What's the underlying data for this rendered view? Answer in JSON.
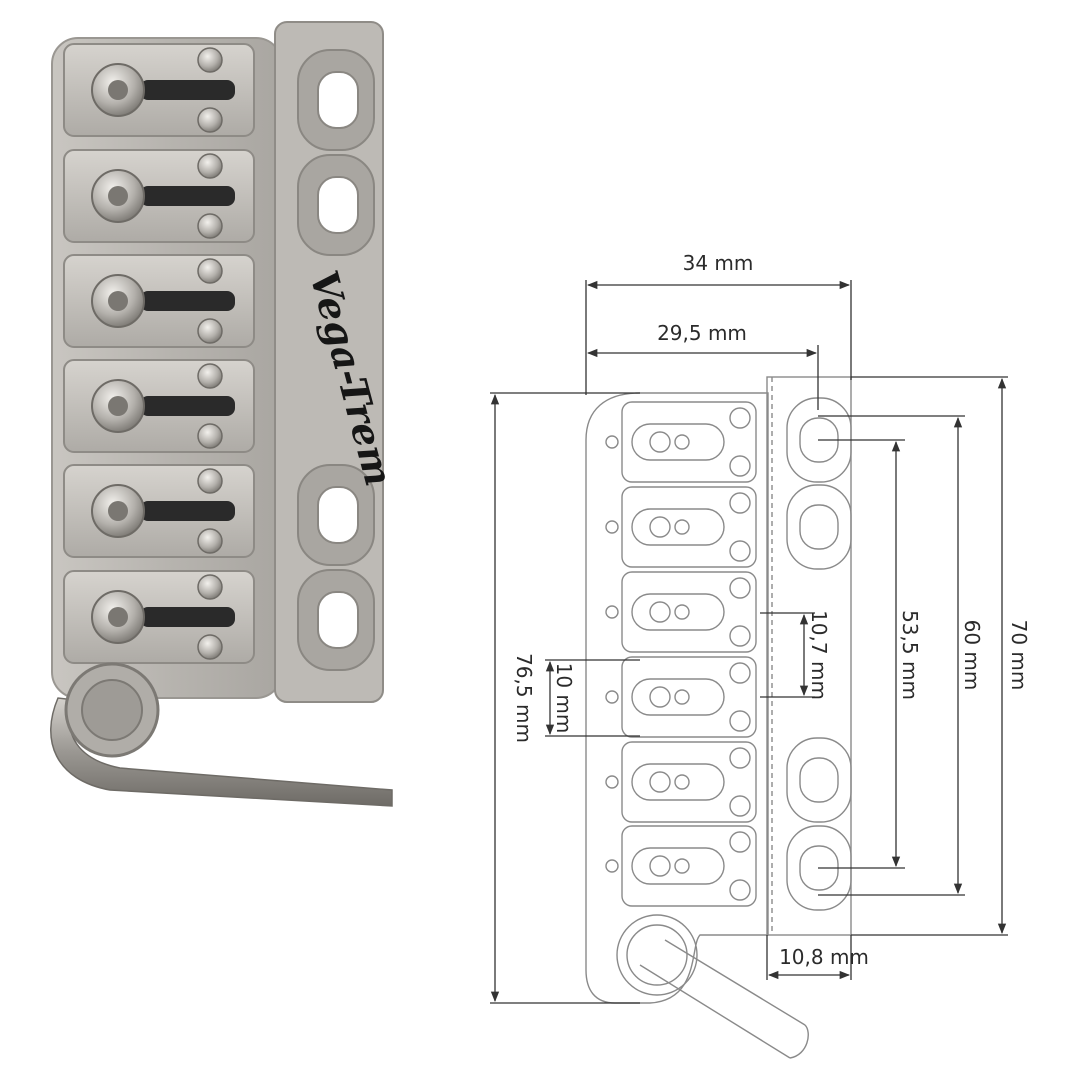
{
  "product": {
    "brand_logo": "Vega-Trem"
  },
  "dimensions": {
    "overall_width": "34 mm",
    "saddle_width": "29,5 mm",
    "overall_length": "76,5 mm",
    "string_spacing_min": "10 mm",
    "string_spacing": "10,7 mm",
    "mount_spacing_inner": "53,5 mm",
    "mount_spacing_outer": "60 mm",
    "plate_length": "70 mm",
    "plate_width": "10,8 mm"
  },
  "colors": {
    "metal": "#b9b6b1",
    "metal_dark": "#8e8b86",
    "line": "#8a8a8a",
    "dim_line": "#333333"
  }
}
